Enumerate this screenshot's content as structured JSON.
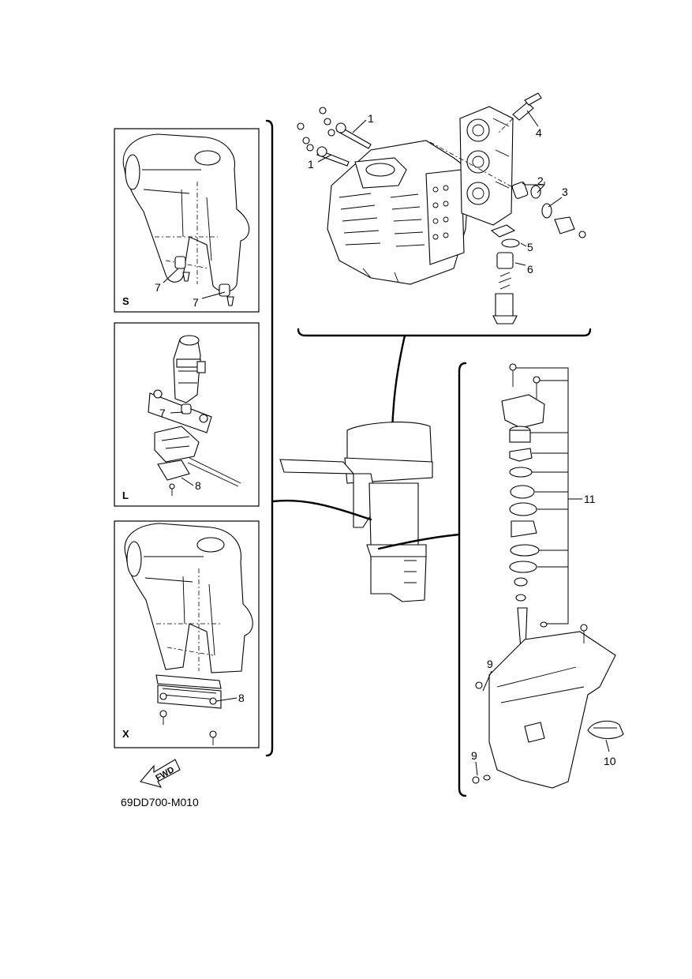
{
  "diagram_code": "69DD700-M010",
  "fwd_label": "FWD",
  "variants": [
    {
      "tag": "S",
      "callouts": [
        "7",
        "7"
      ]
    },
    {
      "tag": "L",
      "callouts": [
        "7",
        "8"
      ]
    },
    {
      "tag": "X",
      "callouts": [
        "8"
      ]
    }
  ],
  "powerhead_callouts": [
    "1",
    "1",
    "4",
    "2",
    "3",
    "5",
    "6"
  ],
  "lower_unit_callouts": [
    "11",
    "9",
    "9",
    "10"
  ]
}
